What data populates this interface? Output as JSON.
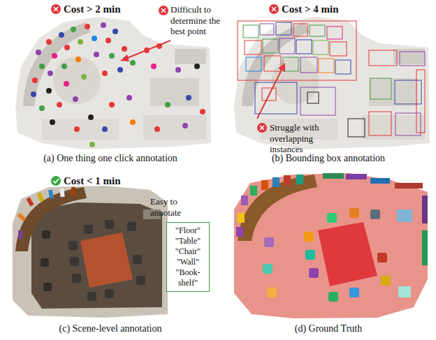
{
  "diagram": {
    "nodes": [
      {
        "text": [
          "\"Floor\"",
          "\"Table\"",
          "\"Chair\"",
          "\"Wall\"",
          "\"Book-shelf\""
        ]
      }
    ],
    "labels": [
      "Cost > 2 min",
      "Difficult to determine the best point",
      "Cost > 4 min",
      "Struggle with overlapping instances",
      "(a) One thing one click annotation",
      "(b) Bounding box annotation",
      "Cost < 1 min",
      "Easy to annotate",
      "(c) Scene-level annotation",
      "(d) Ground Truth"
    ]
  }
}
